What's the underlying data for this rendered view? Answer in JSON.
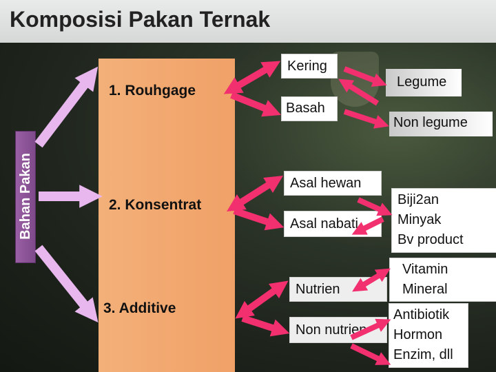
{
  "title": "Komposisi Pakan Ternak",
  "side_label": "Bahan Pakan",
  "categories": [
    {
      "label": "1. Rouhgage"
    },
    {
      "label": "2. Konsentrat"
    },
    {
      "label": "3. Additive"
    }
  ],
  "subcategories": {
    "kering": "Kering",
    "basah": "Basah",
    "asal_hewan": "Asal hewan",
    "asal_nabati": "Asal nabati",
    "nutrien": "Nutrien",
    "non_nutrien": "Non nutrien"
  },
  "details": {
    "legume": "Legume",
    "non_legume": "Non legume",
    "nabati_items": [
      "Biji2an",
      "Minyak",
      "Bv product"
    ],
    "nutrien_items": [
      "Vitamin",
      "Mineral"
    ],
    "non_nutrien_items": [
      "Antibiotik",
      "Hormon",
      "Enzim, dll"
    ]
  },
  "colors": {
    "arrow_pink": "#f22f6f",
    "arrow_lavender": "#e7b7ee",
    "panel_orange": "#f2a86f",
    "side_label_purple": "#8d539a"
  }
}
